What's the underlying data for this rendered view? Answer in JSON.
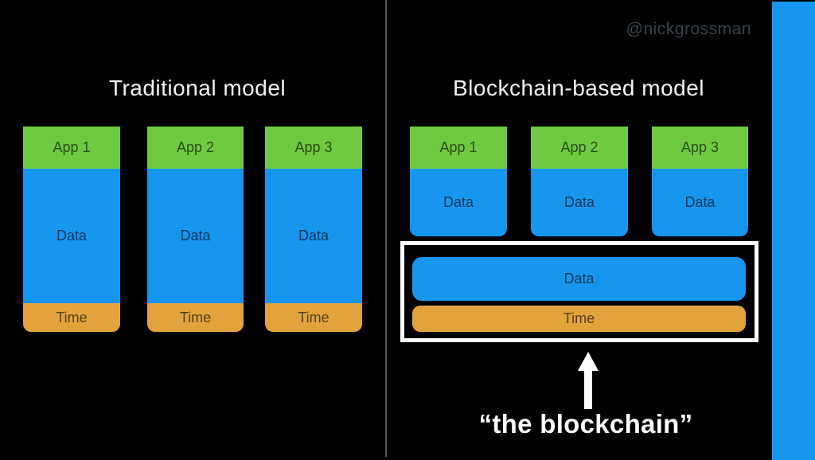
{
  "watermark": "@nickgrossman",
  "left_panel": {
    "title": "Traditional model",
    "columns": [
      {
        "app": "App 1",
        "data": "Data",
        "time": "Time"
      },
      {
        "app": "App 2",
        "data": "Data",
        "time": "Time"
      },
      {
        "app": "App 3",
        "data": "Data",
        "time": "Time"
      }
    ]
  },
  "right_panel": {
    "title": "Blockchain-based model",
    "columns": [
      {
        "app": "App 1",
        "data": "Data"
      },
      {
        "app": "App 2",
        "data": "Data"
      },
      {
        "app": "App 3",
        "data": "Data"
      }
    ],
    "blockchain_box": {
      "data": "Data",
      "time": "Time"
    },
    "caption": "“the blockchain”"
  },
  "colors": {
    "app_green": "#6FCA41",
    "data_blue": "#1796F0",
    "time_orange": "#E2A33C",
    "divider_gray": "#54595E",
    "watermark_gray": "#3A4149",
    "background": "#000000",
    "caption_white": "#FFFFFF"
  }
}
